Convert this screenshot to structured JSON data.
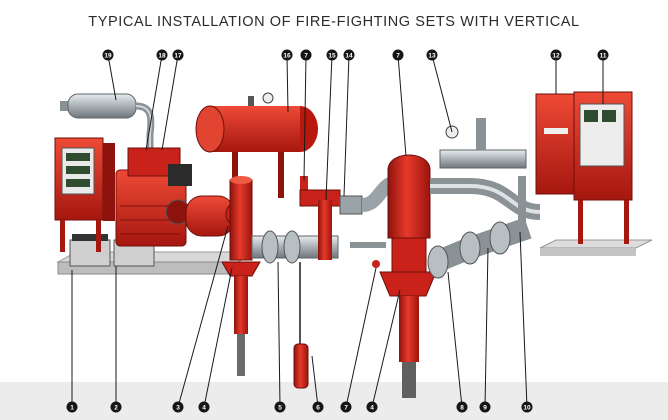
{
  "title": "TYPICAL INSTALLATION OF FIRE-FIGHTING SETS WITH VERTICAL",
  "colors": {
    "red": "#d7261b",
    "dark_red": "#9c140e",
    "steel": "#9aa3a8",
    "badge": "#151515",
    "base": "#e2e2e2"
  },
  "callouts": [
    {
      "label": "1"
    },
    {
      "label": "2"
    },
    {
      "label": "3"
    },
    {
      "label": "4"
    },
    {
      "label": "5"
    },
    {
      "label": "6"
    },
    {
      "label": "7"
    },
    {
      "label": "4"
    },
    {
      "label": "8"
    },
    {
      "label": "9"
    },
    {
      "label": "10"
    },
    {
      "label": "19"
    },
    {
      "label": "18"
    },
    {
      "label": "17"
    },
    {
      "label": "16"
    },
    {
      "label": "7"
    },
    {
      "label": "15"
    },
    {
      "label": "14"
    },
    {
      "label": "7"
    },
    {
      "label": "13"
    },
    {
      "label": "12"
    },
    {
      "label": "11"
    }
  ]
}
